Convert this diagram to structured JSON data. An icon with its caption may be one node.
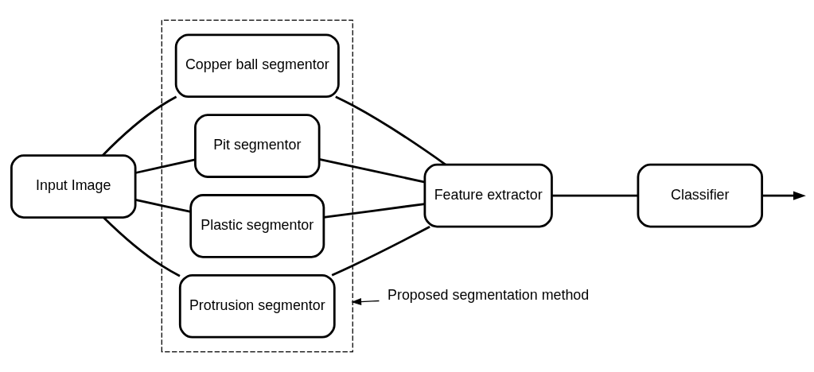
{
  "diagram": {
    "nodes": [
      {
        "text": [
          "Input Image"
        ]
      },
      {
        "text": [],
        "shape": "box"
      },
      {
        "text": [
          "Copper ball segmentor"
        ],
        "in": 1
      },
      {
        "text": [
          "Pit segmentor"
        ],
        "in": 1
      },
      {
        "text": [
          "Plastic segmentor"
        ],
        "in": 1
      },
      {
        "text": [
          "Protrusion segmentor"
        ],
        "in": 1
      },
      {
        "text": [
          "Feature extractor"
        ]
      },
      {
        "text": [
          "Classifier"
        ]
      },
      {
        "text": [
          "Proposed segmentation method"
        ]
      }
    ],
    "edges": [
      {
        "from": 0,
        "to": 2,
        "arrow": "none"
      },
      {
        "from": 0,
        "to": 3,
        "arrow": "none"
      },
      {
        "from": 0,
        "to": 4,
        "arrow": "none"
      },
      {
        "from": 0,
        "to": 5,
        "arrow": "none"
      },
      {
        "from": 2,
        "to": 6,
        "arrow": "none"
      },
      {
        "from": 3,
        "to": 6,
        "arrow": "none"
      },
      {
        "from": 4,
        "to": 6,
        "arrow": "none"
      },
      {
        "from": 5,
        "to": 6,
        "arrow": "none"
      },
      {
        "from": 6,
        "to": 7,
        "arrow": "none"
      },
      {
        "from": 7,
        "to": null,
        "arrow": "to"
      },
      {
        "from": 8,
        "to": 1,
        "arrow": "to"
      }
    ]
  }
}
